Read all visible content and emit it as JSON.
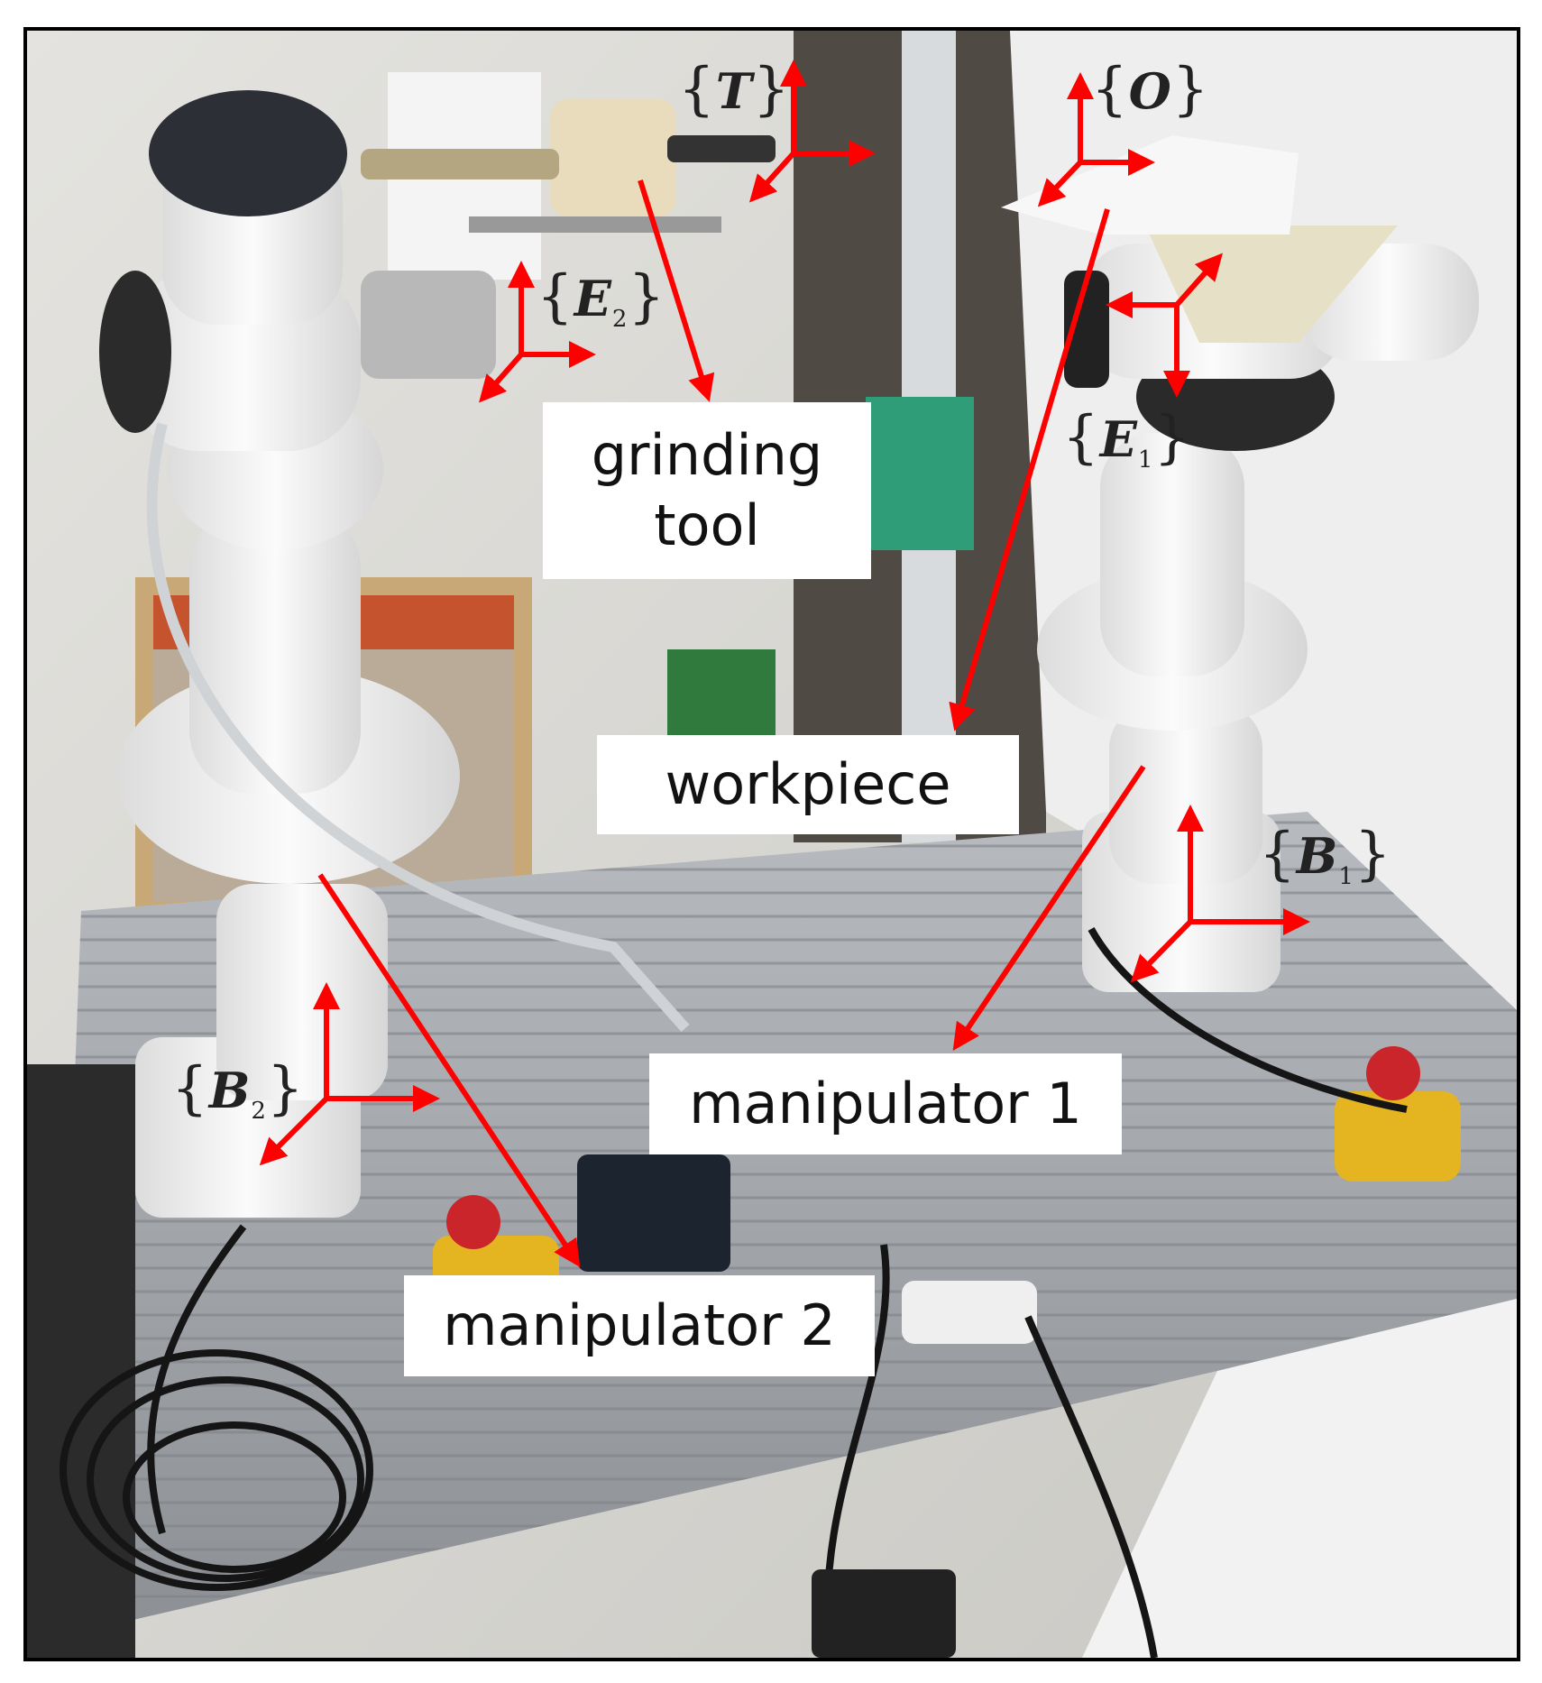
{
  "labels": {
    "grinding_tool_line1": "grinding",
    "grinding_tool_line2": "tool",
    "workpiece": "workpiece",
    "manipulator_1": "manipulator 1",
    "manipulator_2": "manipulator 2"
  },
  "frames": {
    "T": {
      "letter": "T",
      "sub": ""
    },
    "O": {
      "letter": "O",
      "sub": ""
    },
    "E2": {
      "letter": "E",
      "sub": "2"
    },
    "E1": {
      "letter": "E",
      "sub": "1"
    },
    "B1": {
      "letter": "B",
      "sub": "1"
    },
    "B2": {
      "letter": "B",
      "sub": "2"
    }
  },
  "colors": {
    "arrow": "#ff0000",
    "robot_body": "#f2f2f2",
    "table": "#a9adb2"
  }
}
